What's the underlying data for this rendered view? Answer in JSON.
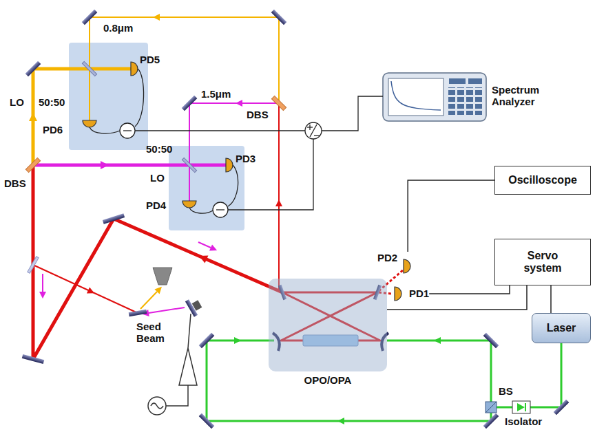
{
  "diagram": {
    "nodes": [
      {
        "text": [
          "Spectrum Analyzer"
        ]
      },
      {
        "text": [
          "Oscilloscope"
        ]
      },
      {
        "text": [
          "Servo system"
        ]
      },
      {
        "text": [
          "PD2"
        ]
      },
      {
        "text": [
          "PD1"
        ]
      },
      {
        "text": [
          "OPO/OPA"
        ]
      },
      {
        "text": [
          "Laser"
        ]
      }
    ],
    "edges": [
      {
        "from": 3,
        "to": 1,
        "arrow": "none"
      },
      {
        "from": 4,
        "to": 2,
        "arrow": "none"
      },
      {
        "from": 2,
        "to": 5,
        "arrow": "none"
      },
      {
        "from": 2,
        "to": 6,
        "arrow": "none"
      }
    ],
    "labels": [
      "0.8μm",
      "PD5",
      "LO",
      "50:50",
      "PD6",
      "1.5μm",
      "PD3",
      "DBS",
      "50:50",
      "LO",
      "PD4",
      "DBS",
      "Seed Beam",
      "BS",
      "Isolator"
    ]
  }
}
